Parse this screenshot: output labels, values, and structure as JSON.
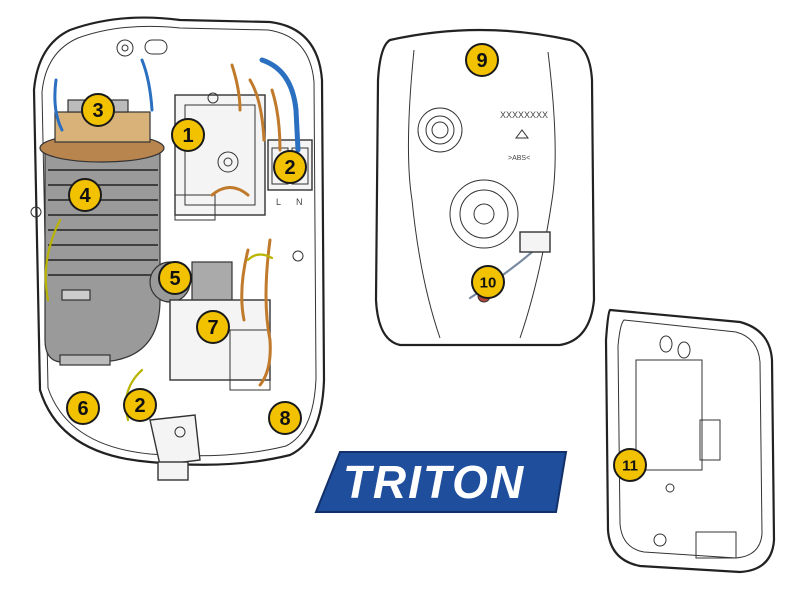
{
  "diagram": {
    "callouts": [
      "1",
      "2",
      "3",
      "4",
      "5",
      "6",
      "2",
      "7",
      "8",
      "9",
      "10",
      "11"
    ],
    "terminal_labels": {
      "live": "L",
      "neutral": "N"
    },
    "cover_model_code": "XXXXXXXX",
    "cover_recycle_code": ">ABS<",
    "logo_text": "TRITON",
    "colors": {
      "callout_fill": "#f2c200",
      "logo_blue": "#1f4e9c",
      "copper_wire": "#c07a2c",
      "blue_wire": "#2a6fc0"
    }
  }
}
